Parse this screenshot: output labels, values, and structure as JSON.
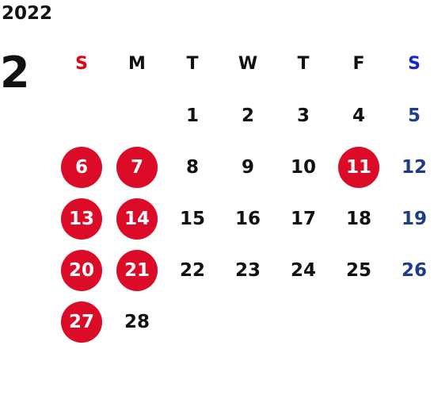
{
  "calendar": {
    "year": "2022",
    "month": "2",
    "colors": {
      "text": "#111111",
      "sunday_header": "#e60012",
      "saturday_header": "#1428c8",
      "saturday_date": "#1e3c8c",
      "holiday_fill": "#dc0c28",
      "holiday_text": "#ffffff"
    },
    "weekdays": [
      "S",
      "M",
      "T",
      "W",
      "T",
      "F",
      "S"
    ],
    "weeks": [
      [
        null,
        null,
        {
          "day": "1"
        },
        {
          "day": "2"
        },
        {
          "day": "3"
        },
        {
          "day": "4"
        },
        {
          "day": "5",
          "saturday": true
        }
      ],
      [
        {
          "day": "6",
          "holiday": true
        },
        {
          "day": "7",
          "holiday": true
        },
        {
          "day": "8"
        },
        {
          "day": "9"
        },
        {
          "day": "10"
        },
        {
          "day": "11",
          "holiday": true
        },
        {
          "day": "12",
          "saturday": true
        }
      ],
      [
        {
          "day": "13",
          "holiday": true
        },
        {
          "day": "14",
          "holiday": true
        },
        {
          "day": "15"
        },
        {
          "day": "16"
        },
        {
          "day": "17"
        },
        {
          "day": "18"
        },
        {
          "day": "19",
          "saturday": true
        }
      ],
      [
        {
          "day": "20",
          "holiday": true
        },
        {
          "day": "21",
          "holiday": true
        },
        {
          "day": "22"
        },
        {
          "day": "23"
        },
        {
          "day": "24"
        },
        {
          "day": "25"
        },
        {
          "day": "26",
          "saturday": true
        }
      ],
      [
        {
          "day": "27",
          "holiday": true
        },
        {
          "day": "28"
        },
        null,
        null,
        null,
        null,
        null
      ]
    ]
  }
}
